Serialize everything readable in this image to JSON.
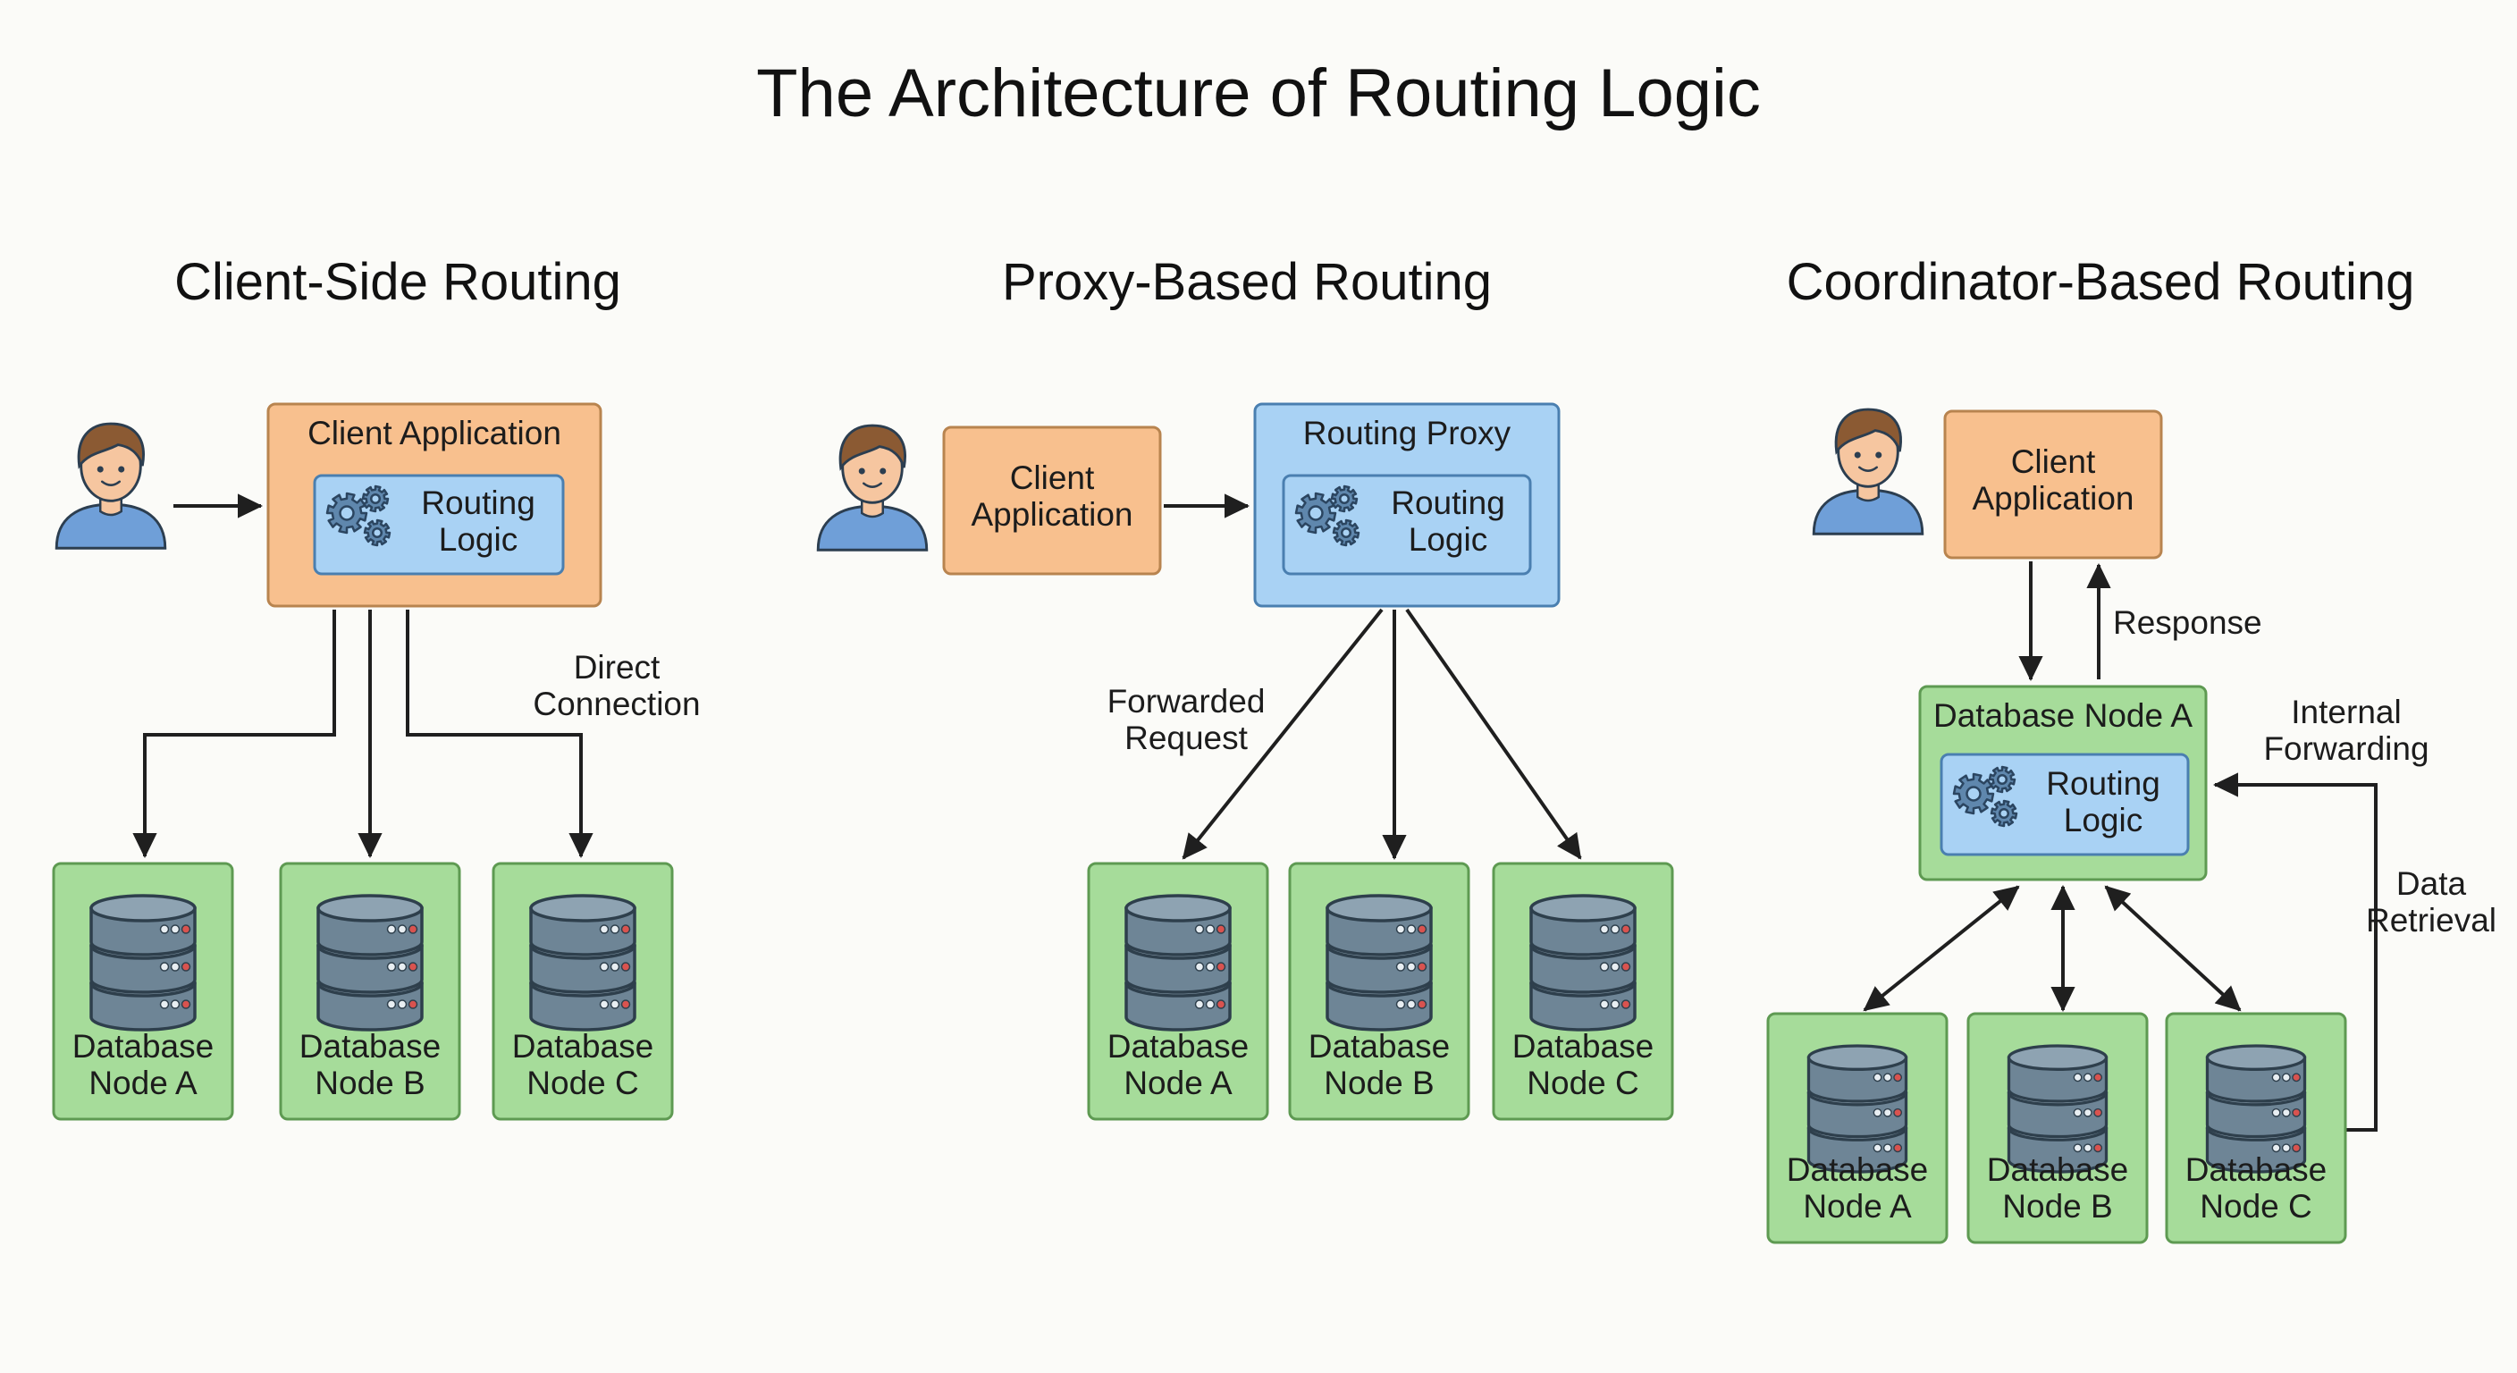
{
  "title": "The Architecture of Routing Logic",
  "colors": {
    "client": "#f8c08e",
    "client_border": "#b8844f",
    "logic": "#a9d2f4",
    "logic_border": "#4a7fb0",
    "node": "#a6dc9a",
    "node_border": "#5e9a52",
    "arrow": "#1f1f1f",
    "db_body": "#6e8596",
    "db_outline": "#2e3f4c"
  },
  "icons": [
    "user-icon",
    "gear-icon",
    "database-icon"
  ],
  "client_side": {
    "heading": "Client-Side Routing",
    "client_app": "Client Application",
    "routing_logic_1": "Routing",
    "routing_logic_2": "Logic",
    "edge_label_1": "Direct",
    "edge_label_2": "Connection",
    "nodes": [
      {
        "line1": "Database",
        "line2": "Node A"
      },
      {
        "line1": "Database",
        "line2": "Node B"
      },
      {
        "line1": "Database",
        "line2": "Node C"
      }
    ]
  },
  "proxy_based": {
    "heading": "Proxy-Based Routing",
    "client_app_1": "Client",
    "client_app_2": "Application",
    "proxy": "Routing Proxy",
    "routing_logic_1": "Routing",
    "routing_logic_2": "Logic",
    "edge_label_1": "Forwarded",
    "edge_label_2": "Request",
    "nodes": [
      {
        "line1": "Database",
        "line2": "Node A"
      },
      {
        "line1": "Database",
        "line2": "Node B"
      },
      {
        "line1": "Database",
        "line2": "Node C"
      }
    ]
  },
  "coordinator_based": {
    "heading": "Coordinator-Based Routing",
    "client_app_1": "Client",
    "client_app_2": "Application",
    "response": "Response",
    "coordinator": "Database Node A",
    "routing_logic_1": "Routing",
    "routing_logic_2": "Logic",
    "internal_1": "Internal",
    "internal_2": "Forwarding",
    "retrieval_1": "Data",
    "retrieval_2": "Retrieval",
    "nodes": [
      {
        "line1": "Database",
        "line2": "Node A"
      },
      {
        "line1": "Database",
        "line2": "Node B"
      },
      {
        "line1": "Database",
        "line2": "Node C"
      }
    ]
  }
}
